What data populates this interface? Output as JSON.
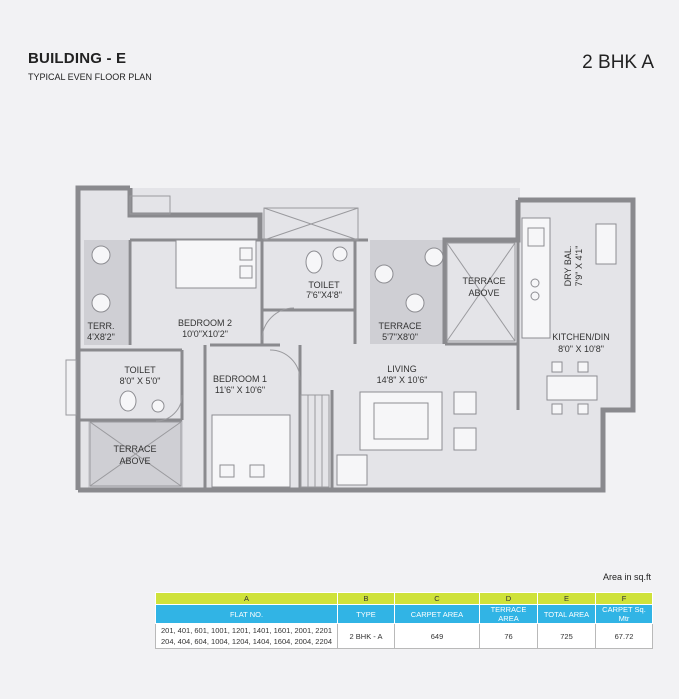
{
  "header": {
    "title": "BUILDING - E",
    "subtitle": "TYPICAL EVEN FLOOR PLAN",
    "unit_type": "2 BHK A"
  },
  "rooms": [
    {
      "name": "TERR.",
      "dims": "4'X8'2\""
    },
    {
      "name": "BEDROOM 2",
      "dims": "10'0\"X10'2\""
    },
    {
      "name": "TOILET",
      "dims": "7'6\"X4'8\""
    },
    {
      "name": "TERRACE",
      "dims": "5'7\"X8'0\""
    },
    {
      "name": "TERRACE",
      "dims": "ABOVE"
    },
    {
      "name": "DRY BAL.",
      "dims": "7'9\" X 4'1\""
    },
    {
      "name": "KITCHEN/DIN",
      "dims": "8'0\" X 10'8\""
    },
    {
      "name": "TOILET",
      "dims": "8'0\" X 5'0\""
    },
    {
      "name": "BEDROOM 1",
      "dims": "11'6\" X 10'6\""
    },
    {
      "name": "LIVING",
      "dims": "14'8\" X 10'6\""
    },
    {
      "name": "TERRACE",
      "dims": "ABOVE"
    }
  ],
  "area_note": "Area in sq.ft",
  "table": {
    "letters": [
      "A",
      "B",
      "C",
      "D",
      "E",
      "F"
    ],
    "headers": [
      "FLAT NO.",
      "TYPE",
      "CARPET AREA",
      "TERRACE AREA",
      "TOTAL AREA",
      "CARPET Sq. Mtr"
    ],
    "row": {
      "flat_line1": "201, 401, 601, 1001, 1201, 1401, 1601, 2001, 2201",
      "flat_line2": "204, 404, 604, 1004, 1204, 1404, 1604, 2004, 2204",
      "type": "2 BHK - A",
      "carpet": "649",
      "terrace": "76",
      "total": "725",
      "carpet_sqm": "67.72"
    }
  },
  "colors": {
    "wall": "#8a8a8e",
    "floor": "#e4e4e8",
    "terrace_floor": "#cfcfd4",
    "header_lime": "#cfe23a",
    "header_blue": "#31b4e5"
  }
}
